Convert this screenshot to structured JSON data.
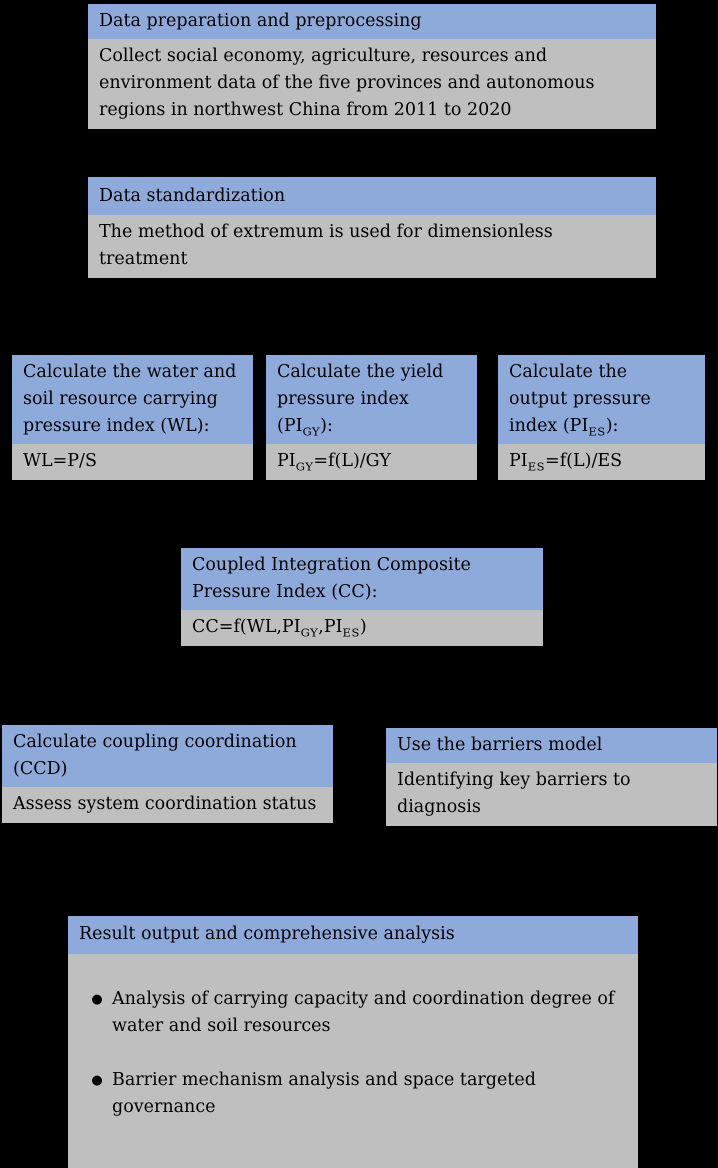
{
  "colors": {
    "background": "#000000",
    "header-blue": "#8EAADB",
    "body-gray": "#BFBFBF",
    "text": "#000000"
  },
  "boxes": {
    "prep": {
      "header": "Data preparation and preprocessing",
      "body": "Collect social economy, agriculture, resources and\nenvironment data of the five provinces and autonomous\nregions in northwest China from 2011 to 2020"
    },
    "standardization": {
      "header": "Data standardization",
      "body": "The method of extremum is used for dimensionless\ntreatment"
    },
    "wl": {
      "header": "Calculate the water and\nsoil resource carrying\npressure index (WL):",
      "body": "WL=P/S"
    },
    "pigy": {
      "header_rich": [
        {
          "t": "Calculate the yield\npressure index\n(PI"
        },
        {
          "sub": "GY"
        },
        {
          "t": "):"
        }
      ],
      "body_rich": [
        {
          "t": "PI"
        },
        {
          "sub": "GY"
        },
        {
          "t": "=f(L)/GY"
        }
      ]
    },
    "pies": {
      "header_rich": [
        {
          "t": "Calculate the\noutput pressure\nindex (PI"
        },
        {
          "sub": "ES"
        },
        {
          "t": "):"
        }
      ],
      "body_rich": [
        {
          "t": "PI"
        },
        {
          "sub": "ES"
        },
        {
          "t": "=f(L)/ES"
        }
      ]
    },
    "cc": {
      "header": "Coupled Integration Composite\nPressure Index (CC):",
      "body_rich": [
        {
          "t": "CC=f(WL,PI"
        },
        {
          "sub": "GY"
        },
        {
          "t": ",PI"
        },
        {
          "sub": "ES"
        },
        {
          "t": ")"
        }
      ]
    },
    "ccd": {
      "header": "Calculate coupling coordination\n(CCD)",
      "body": "Assess system coordination status"
    },
    "barriers": {
      "header": "Use the barriers model",
      "body": "Identifying key barriers to\ndiagnosis"
    },
    "result": {
      "header": "Result output and comprehensive analysis",
      "bullet_icon": "●",
      "bullets": [
        "Analysis of carrying capacity and coordination degree of\nwater and soil resources",
        "Barrier mechanism analysis and space targeted\ngovernance"
      ]
    }
  }
}
